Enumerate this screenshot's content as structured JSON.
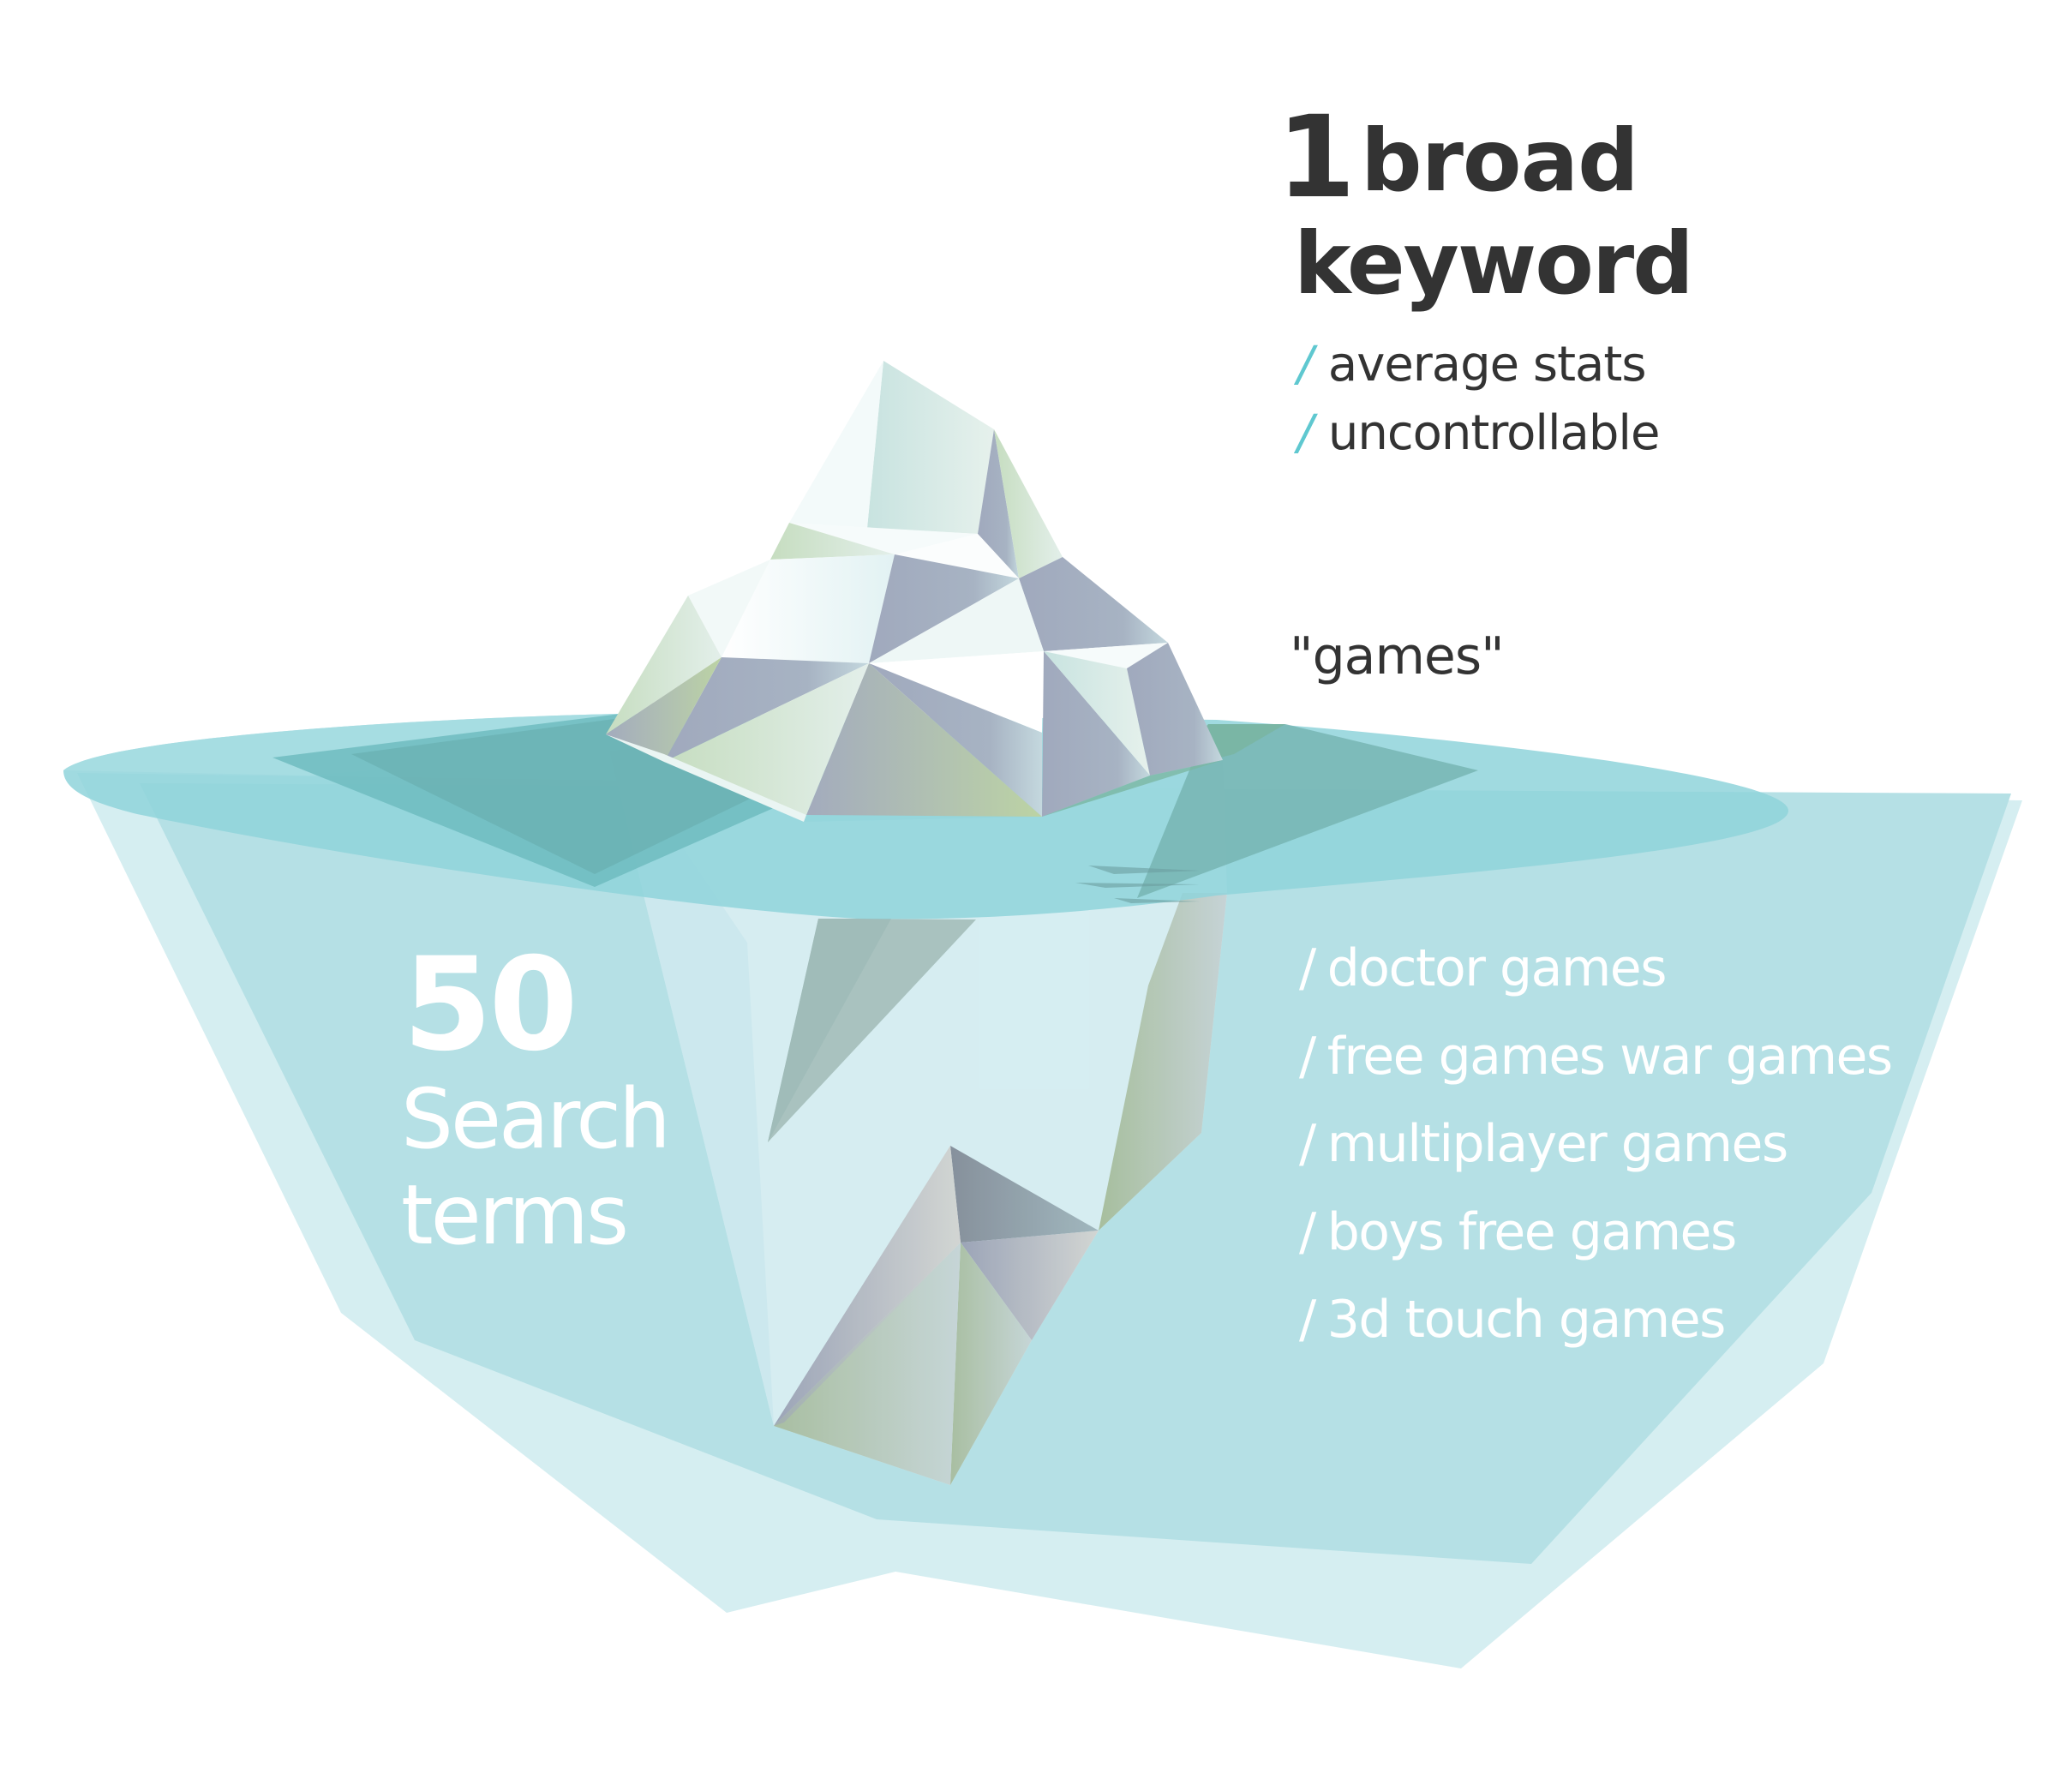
{
  "headline": {
    "number": "1",
    "word1": "broad",
    "word2": "keyword"
  },
  "attributes": [
    {
      "slash": "/",
      "label": "average stats"
    },
    {
      "slash": "/",
      "label": "uncontrollable"
    }
  ],
  "broad_example": "\"games\"",
  "underwater": {
    "number": "50",
    "line1": "Search",
    "line2": "terms"
  },
  "search_terms": [
    {
      "slash": "/",
      "label": "doctor games"
    },
    {
      "slash": "/",
      "label": "free games war games"
    },
    {
      "slash": "/",
      "label": "multiplayer games"
    },
    {
      "slash": "/",
      "label": "boys free games"
    },
    {
      "slash": "/",
      "label": "3d touch games"
    }
  ],
  "colors": {
    "text_dark": "#333333",
    "accent_slash": "#5fc8d0",
    "water_main": "#b5e0e5",
    "water_outer": "#d5eef1",
    "water_surface": "#8fd3da",
    "surface_dark": "#6fb7b5",
    "ice_white": "#f2fafa",
    "ice_blue_grey": "#a3acbe",
    "ice_green": "#c8dec4"
  }
}
